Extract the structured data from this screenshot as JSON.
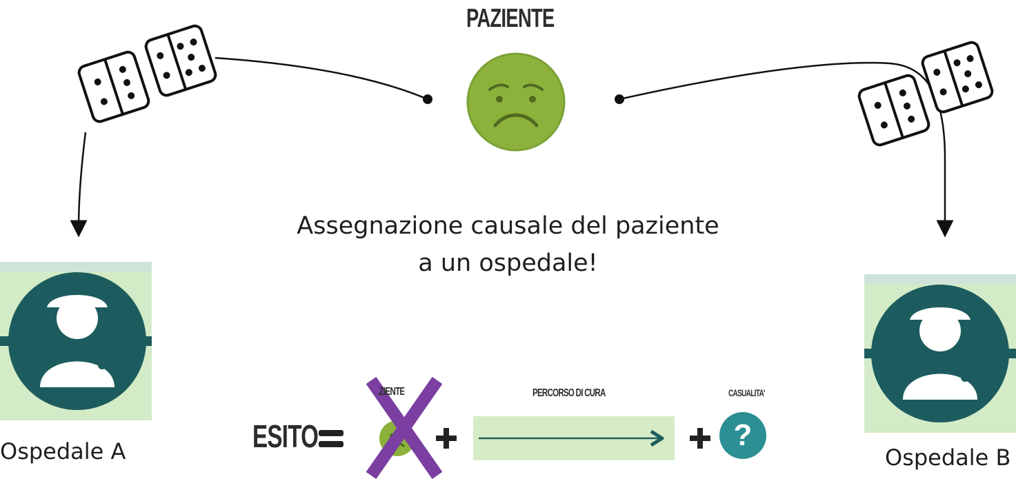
{
  "patient": {
    "label": "PAZIENTE",
    "face_color": "#8db23c"
  },
  "caption": {
    "line1": "Assegnazione causale del paziente",
    "line2": "a un ospedale!"
  },
  "hospitals": [
    {
      "label": "Ospedale A",
      "icon": "doctor-icon"
    },
    {
      "label": "Ospedale B",
      "icon": "doctor-icon"
    }
  ],
  "equation": {
    "outcome": "ESITO",
    "patient_label": "PAZIENTE",
    "care_label": "PERCORSO DI CURA",
    "chance_label": "CASUALITA'",
    "chance_symbol": "?",
    "teal": "#2b8f93",
    "green_bg": "#d6ecc6",
    "cross_color": "#7a3fa0"
  },
  "colors": {
    "dark_teal": "#1d5c5e",
    "light_green": "#d3ebc7"
  }
}
